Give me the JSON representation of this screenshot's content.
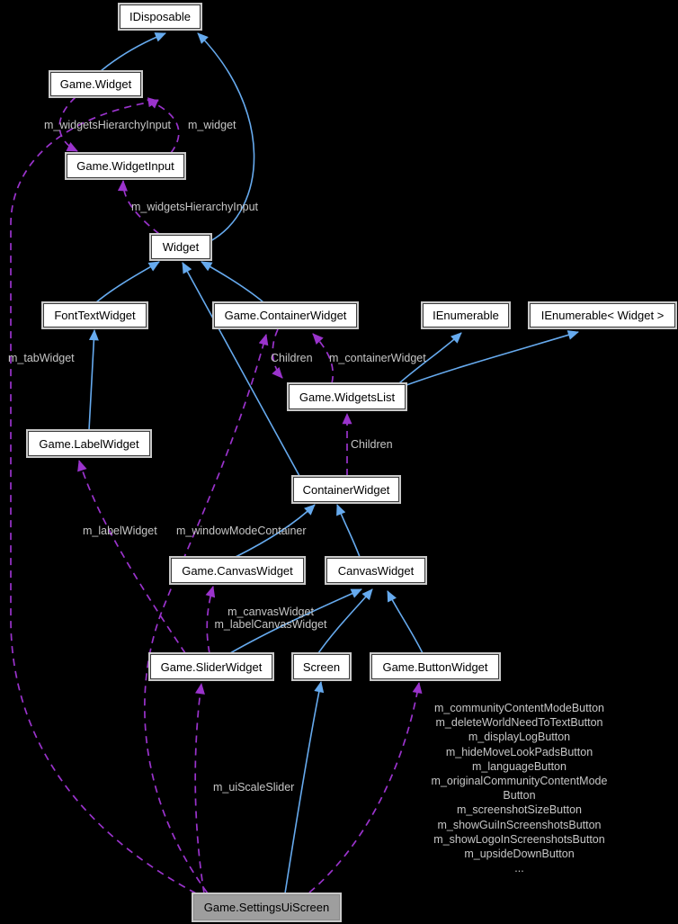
{
  "diagram": {
    "kind": "collaboration-graph",
    "colors": {
      "background": "#000000",
      "inheritance_edge": "#66aaee",
      "usage_edge": "#9a33cc",
      "node_fill": "#ffffff",
      "node_border_outer": "#c9c9c9",
      "node_border_inner": "#3c3c3c",
      "highlight_node_fill": "#9e9e9e",
      "edge_label_color": "#c6c6c6"
    },
    "nodes": {
      "idisposable": {
        "label": "IDisposable"
      },
      "game_widget": {
        "label": "Game.Widget"
      },
      "game_widgetinput": {
        "label": "Game.WidgetInput"
      },
      "widget": {
        "label": "Widget"
      },
      "fonttextwidget": {
        "label": "FontTextWidget"
      },
      "game_containerwidget": {
        "label": "Game.ContainerWidget"
      },
      "ienumerable": {
        "label": "IEnumerable"
      },
      "ienumerable_widget": {
        "label": "IEnumerable< Widget >"
      },
      "game_widgetslist": {
        "label": "Game.WidgetsList"
      },
      "game_labelwidget": {
        "label": "Game.LabelWidget"
      },
      "containerwidget": {
        "label": "ContainerWidget"
      },
      "game_canvaswidget": {
        "label": "Game.CanvasWidget"
      },
      "canvaswidget": {
        "label": "CanvasWidget"
      },
      "game_sliderwidget": {
        "label": "Game.SliderWidget"
      },
      "screen": {
        "label": "Screen"
      },
      "game_buttonwidget": {
        "label": "Game.ButtonWidget"
      },
      "game_settingsuiscreen": {
        "label": "Game.SettingsUiScreen"
      }
    },
    "edge_labels": {
      "widgets_hierarchy_input_top": "m_widgetsHierarchyInput",
      "m_widget": "m_widget",
      "widgets_hierarchy_input_mid": "m_widgetsHierarchyInput",
      "m_tab_widget": "m_tabWidget",
      "children_upper": "Children",
      "m_container_widget": "m_containerWidget",
      "children_lower": "Children",
      "m_label_widget": "m_labelWidget",
      "m_window_mode_container": "m_windowModeContainer",
      "m_canvas_widget_pair": "m_canvasWidget\nm_labelCanvasWidget",
      "m_ui_scale_slider": "m_uiScaleSlider",
      "button_members": "m_communityContentModeButton\nm_deleteWorldNeedToTextButton\nm_displayLogButton\nm_hideMoveLookPadsButton\nm_languageButton\nm_originalCommunityContentMode\nButton\nm_screenshotSizeButton\nm_showGuiInScreenshotsButton\nm_showLogoInScreenshotsButton\nm_upsideDownButton\n..."
    },
    "edges": [
      {
        "from": "Game.Widget",
        "to": "IDisposable",
        "type": "inheritance"
      },
      {
        "from": "Widget",
        "to": "IDisposable",
        "type": "inheritance"
      },
      {
        "from": "FontTextWidget",
        "to": "Widget",
        "type": "inheritance"
      },
      {
        "from": "Game.ContainerWidget",
        "to": "Widget",
        "type": "inheritance"
      },
      {
        "from": "ContainerWidget",
        "to": "Widget",
        "type": "inheritance"
      },
      {
        "from": "Game.WidgetsList",
        "to": "IEnumerable",
        "type": "inheritance"
      },
      {
        "from": "Game.WidgetsList",
        "to": "IEnumerable< Widget >",
        "type": "inheritance"
      },
      {
        "from": "Game.LabelWidget",
        "to": "FontTextWidget",
        "type": "inheritance"
      },
      {
        "from": "Game.CanvasWidget",
        "to": "ContainerWidget",
        "type": "inheritance"
      },
      {
        "from": "CanvasWidget",
        "to": "ContainerWidget",
        "type": "inheritance"
      },
      {
        "from": "Game.SliderWidget",
        "to": "CanvasWidget",
        "type": "inheritance"
      },
      {
        "from": "Screen",
        "to": "CanvasWidget",
        "type": "inheritance"
      },
      {
        "from": "Game.ButtonWidget",
        "to": "CanvasWidget",
        "type": "inheritance"
      },
      {
        "from": "Game.SettingsUiScreen",
        "to": "Screen",
        "type": "inheritance"
      },
      {
        "from": "Game.Widget",
        "to": "Game.WidgetInput",
        "type": "usage",
        "label": "m_widgetsHierarchyInput"
      },
      {
        "from": "Game.WidgetInput",
        "to": "Game.Widget",
        "type": "usage",
        "label": "m_widget"
      },
      {
        "from": "Widget",
        "to": "Game.WidgetInput",
        "type": "usage",
        "label": "m_widgetsHierarchyInput"
      },
      {
        "from": "Game.SettingsUiScreen",
        "to": "Game.Widget",
        "type": "usage",
        "label": "m_tabWidget"
      },
      {
        "from": "Game.ContainerWidget",
        "to": "Game.WidgetsList",
        "type": "usage",
        "label": "Children"
      },
      {
        "from": "Game.WidgetsList",
        "to": "Game.ContainerWidget",
        "type": "usage",
        "label": "m_containerWidget"
      },
      {
        "from": "ContainerWidget",
        "to": "Game.WidgetsList",
        "type": "usage",
        "label": "Children"
      },
      {
        "from": "Game.SettingsUiScreen",
        "to": "Game.ContainerWidget",
        "type": "usage",
        "label": "m_windowModeContainer"
      },
      {
        "from": "Game.SliderWidget",
        "to": "Game.LabelWidget",
        "type": "usage",
        "label": "m_labelWidget"
      },
      {
        "from": "Game.SliderWidget",
        "to": "Game.CanvasWidget",
        "type": "usage",
        "label": "m_canvasWidget, m_labelCanvasWidget"
      },
      {
        "from": "Game.SettingsUiScreen",
        "to": "Game.SliderWidget",
        "type": "usage",
        "label": "m_uiScaleSlider"
      },
      {
        "from": "Game.SettingsUiScreen",
        "to": "Game.ButtonWidget",
        "type": "usage",
        "label": "m_communityContentModeButton, m_deleteWorldNeedToTextButton, m_displayLogButton, m_hideMoveLookPadsButton, m_languageButton, m_originalCommunityContentModeButton, m_screenshotSizeButton, m_showGuiInScreenshotsButton, m_showLogoInScreenshotsButton, m_upsideDownButton, ..."
      }
    ]
  }
}
